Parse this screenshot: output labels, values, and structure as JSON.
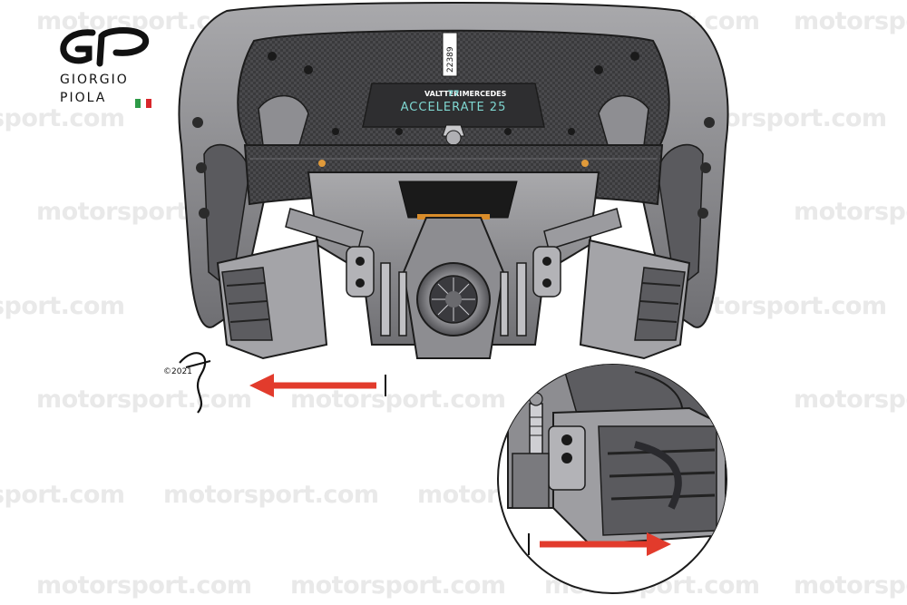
{
  "branding": {
    "watermark_text": "motorsport.com",
    "artist_line1": "GIORGIO",
    "artist_line2": "PIOLA",
    "flag_colors": [
      "#2e9a47",
      "#ffffff",
      "#d8262b"
    ]
  },
  "wheel": {
    "driver_badge": "VALTTERI",
    "badge_number": "77",
    "team": "MERCEDES",
    "slogan": "ACCELERATE 25",
    "part_number": "22389",
    "signature_year": "©2021"
  },
  "arrows": {
    "main_direction": "left",
    "inset_direction": "right",
    "color": "#e23b2c"
  },
  "colors": {
    "body_grey": "#8a8a8d",
    "carbon": "#3a3a3c",
    "outline": "#1c1c1c"
  }
}
